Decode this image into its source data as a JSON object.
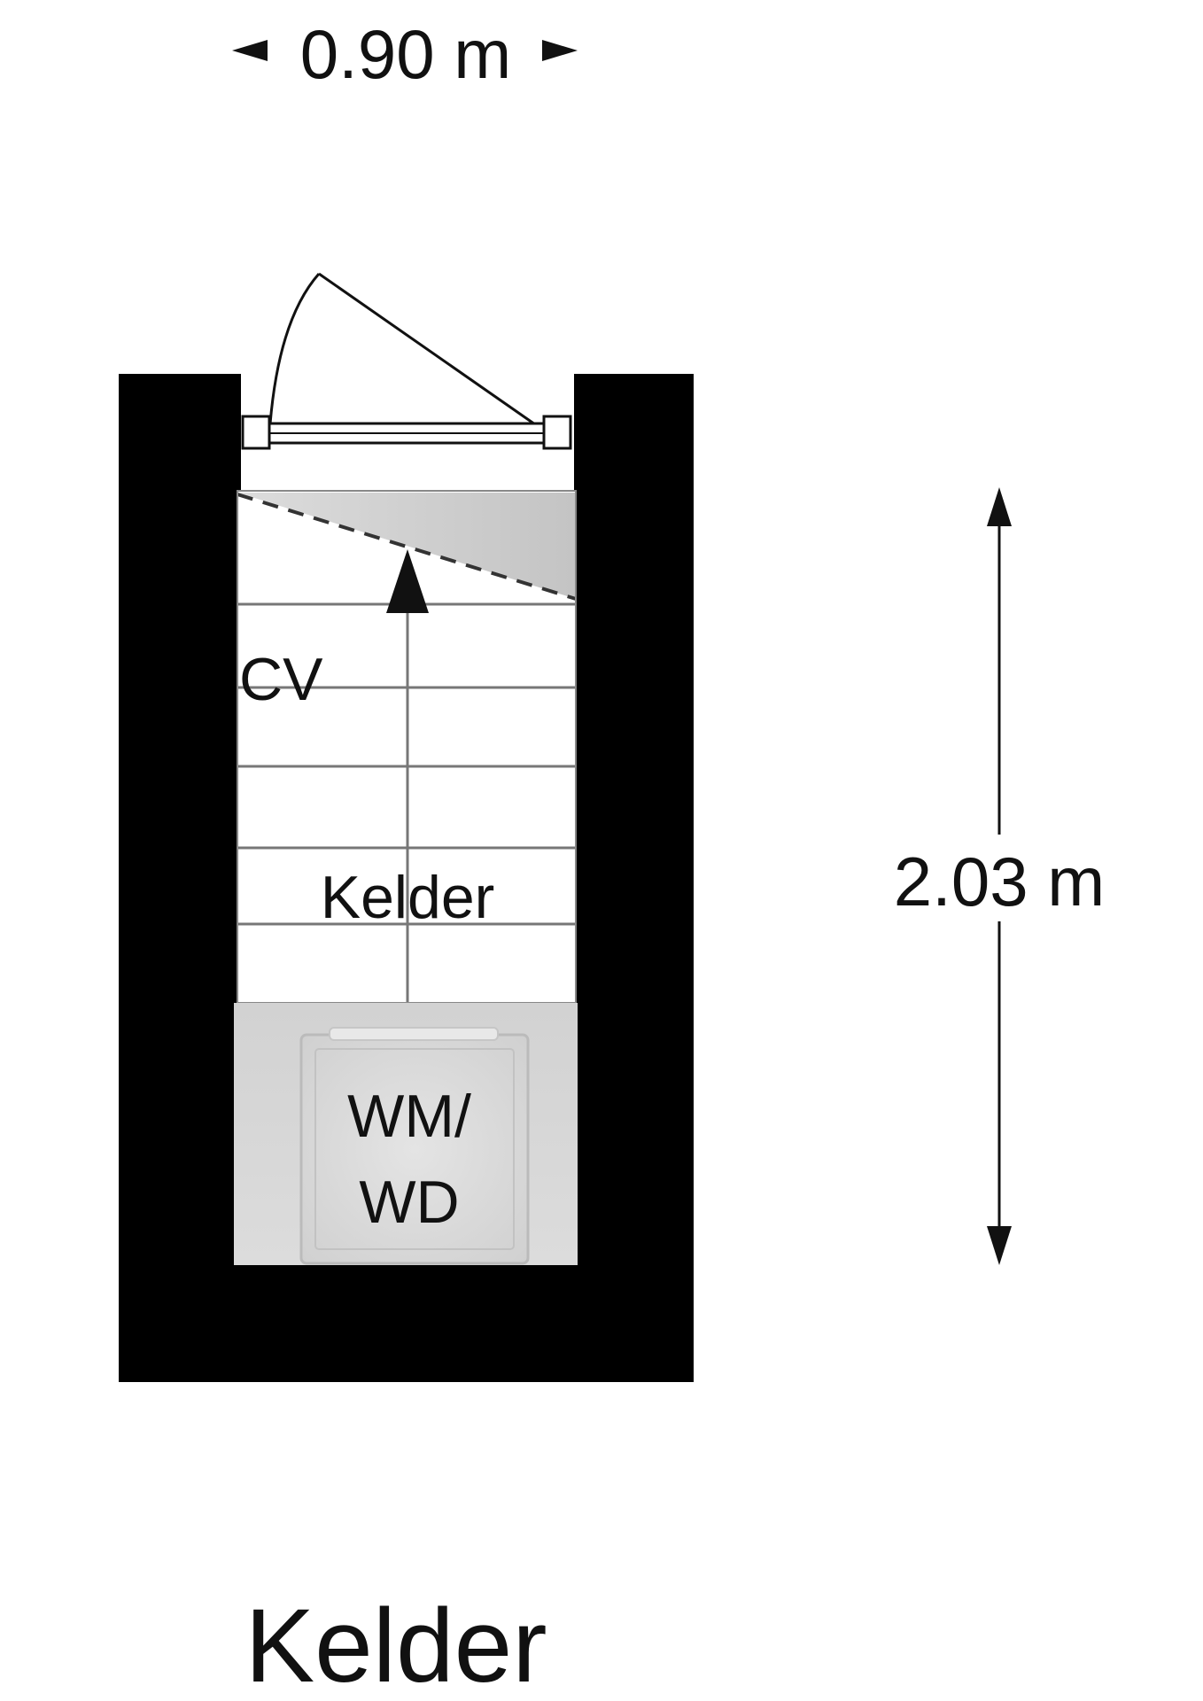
{
  "floorplan": {
    "width_dimension": "0.90 m",
    "depth_dimension": "2.03 m",
    "labels": {
      "cv": "CV",
      "room": "Kelder",
      "appliance_line1": "WM/",
      "appliance_line2": "WD"
    },
    "title": "Kelder"
  },
  "colors": {
    "wall": "#000000",
    "floor": "#ffffff",
    "utility_area": "#d6d6d6",
    "appliance": "#e6e6e6",
    "line": "#111111"
  }
}
